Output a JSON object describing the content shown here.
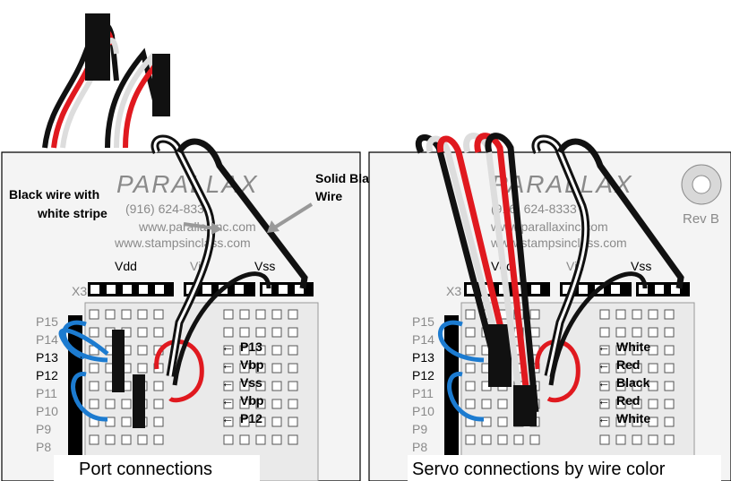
{
  "left_panel": {
    "brand_text": "PARALLAX",
    "phone_text": "(916) 624-8333",
    "web1_text": "www.parallaxinc.com",
    "web2_text": "www.stampsinclass.com",
    "header_labels": {
      "vdd": "Vdd",
      "vin": "Vin",
      "vss": "Vss",
      "x3": "X3"
    },
    "port_labels": [
      "P15",
      "P14",
      "P13",
      "P12",
      "P11",
      "P10",
      "P9",
      "P8"
    ],
    "callout_black_stripe": [
      "Black wire with",
      "white stripe"
    ],
    "callout_solid_black": [
      "Solid Black",
      "Wire"
    ],
    "arrow_glyph": "←",
    "pin_labels": [
      "P13",
      "Vbp",
      "Vss",
      "Vbp",
      "P12"
    ],
    "caption": "Port connections"
  },
  "right_panel": {
    "brand_text": "PARALLAX",
    "phone_text": "(916) 624-8333",
    "web1_text": "www.parallaxinc.com",
    "web2_text": "www.stampsinclass.com",
    "rev_text": "Rev B",
    "header_labels": {
      "vdd": "Vdd",
      "vin": "Vin",
      "vss": "Vss",
      "x3": "X3"
    },
    "port_labels": [
      "P15",
      "P14",
      "P13",
      "P12",
      "P11",
      "P10",
      "P9",
      "P8"
    ],
    "arrow_glyph": "←",
    "color_labels": [
      "White",
      "Red",
      "Black",
      "Red",
      "White"
    ],
    "caption": "Servo connections by wire color"
  },
  "colors": {
    "wire_red": "#e0191f",
    "wire_black": "#111111",
    "wire_white": "#ffffff",
    "jumper_blue": "#1c7bd0",
    "board_gray": "#f2f2f2",
    "outline": "#000000",
    "print_gray": "#8a8a8a"
  }
}
